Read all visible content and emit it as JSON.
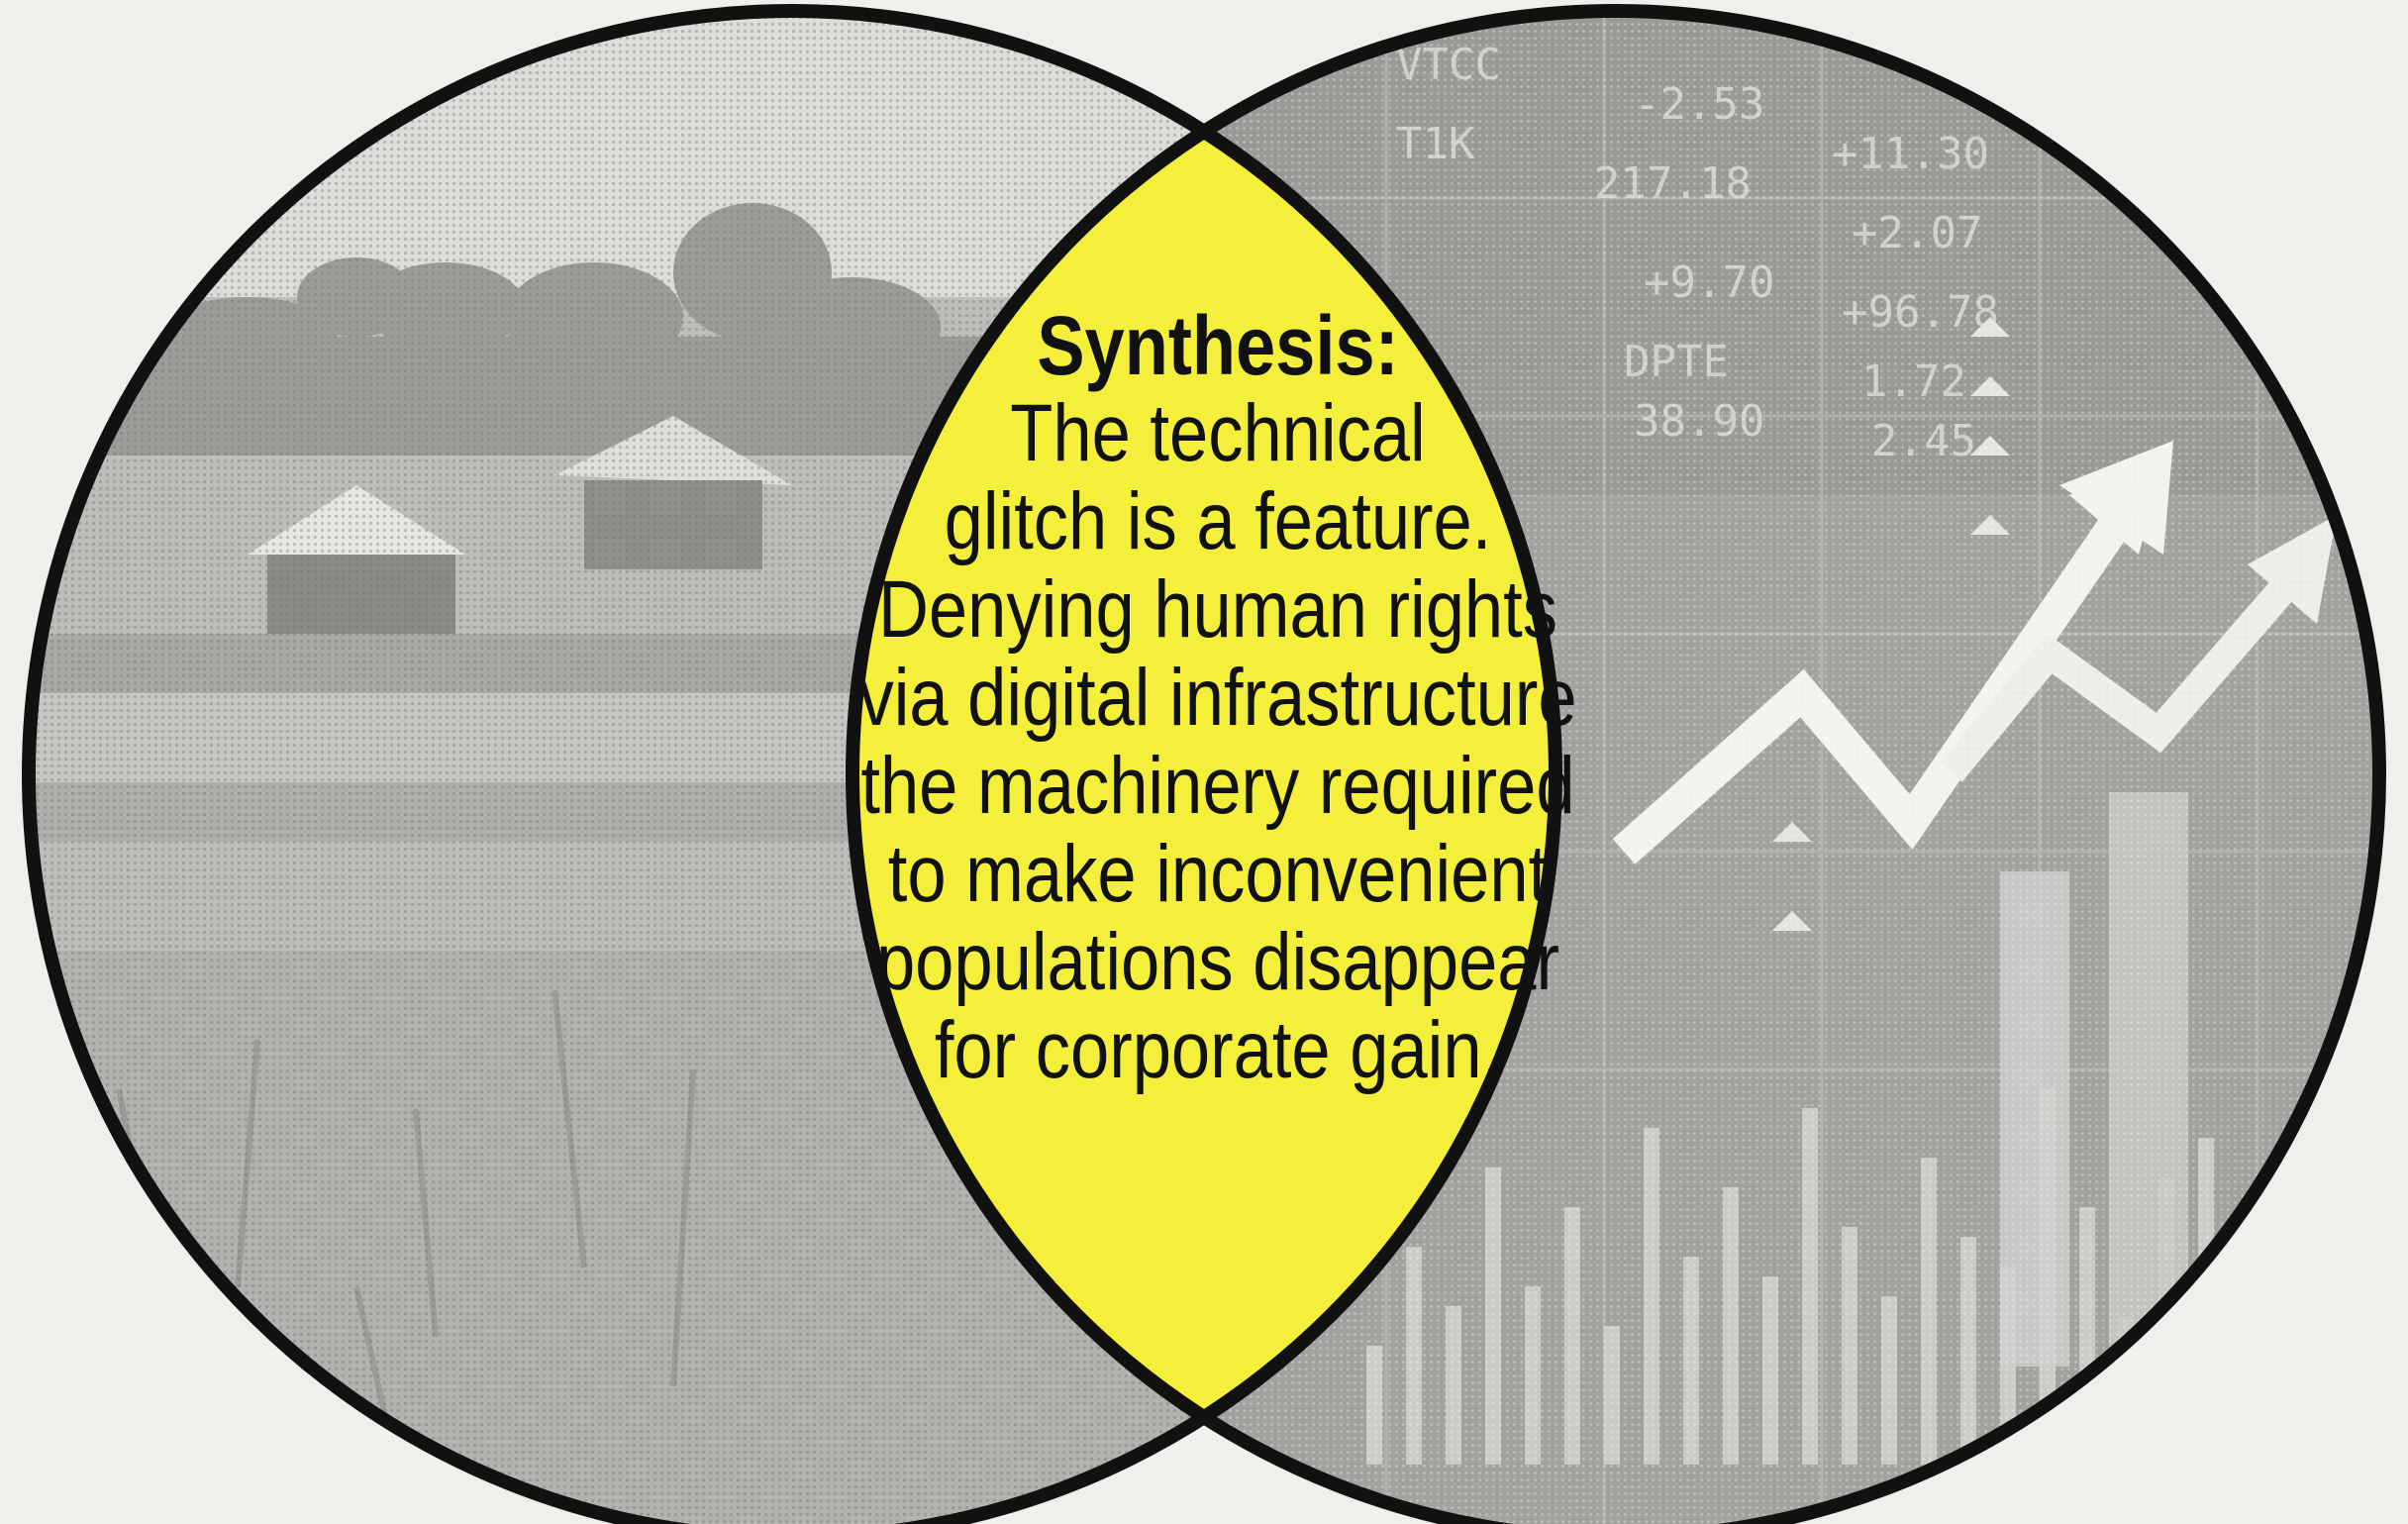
{
  "diagram": {
    "type": "venn",
    "left_circle": {
      "label": "",
      "picture": "rural-village-huts-halftone"
    },
    "right_circle": {
      "label": "",
      "picture": "stock-market-ticker-charts-halftone"
    },
    "overlap": {
      "color": "#f3ef3a",
      "heading": "Synthesis:",
      "lines": [
        "The technical",
        "glitch is a feature.",
        "Denying human rights",
        "via digital infrastructure",
        "the machinery required",
        "to make inconvenient",
        "populations disappear",
        "for corporate gain."
      ]
    },
    "ticker": {
      "symbols": [
        "VTCC",
        "T1K",
        "DPTE"
      ],
      "values": [
        "-2.53",
        "217.18",
        "+11.30",
        "+2.07",
        "+9.70",
        "+96.78",
        "1.72",
        "2.45",
        "38.90"
      ]
    }
  },
  "colors": {
    "background": "#efefec",
    "outline": "#111111",
    "left_fill": "#b9b9b6",
    "right_fill": "#9d9d9a",
    "overlap": "#f3ef3a"
  }
}
